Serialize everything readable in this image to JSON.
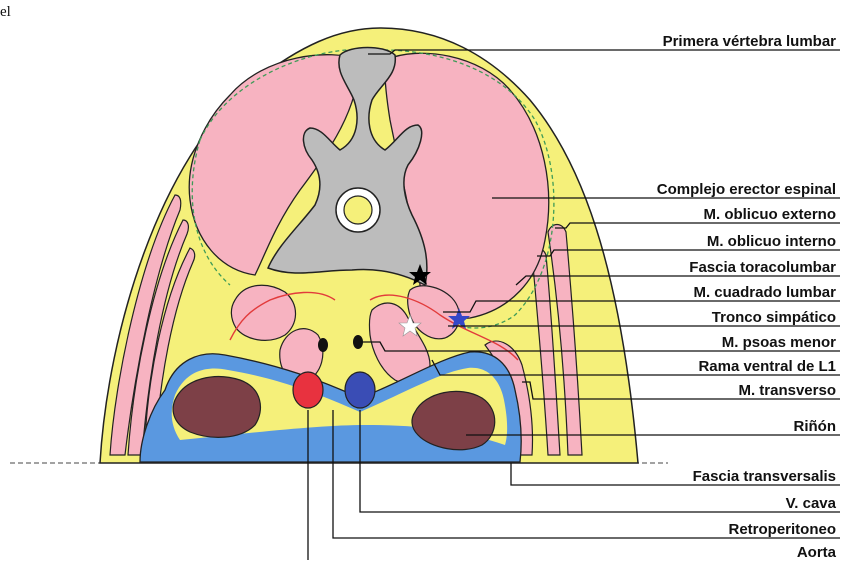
{
  "corner_text": "el",
  "labels": {
    "primera_vertebra_lumbar": "Primera vértebra lumbar",
    "complejo_erector_espinal": "Complejo erector espinal",
    "m_oblicuo_externo": "M. oblicuo externo",
    "m_oblicuo_interno": "M. oblicuo interno",
    "fascia_toracolumbar": "Fascia toracolumbar",
    "m_cuadrado_lumbar": "M. cuadrado lumbar",
    "tronco_simpatico": "Tronco simpático",
    "m_psoas_menor": "M. psoas menor",
    "rama_ventral_l1": "Rama ventral de L1",
    "m_transverso": "M. transverso",
    "rinon": "Riñón",
    "fascia_transversalis": "Fascia transversalis",
    "v_cava": "V. cava",
    "retroperitoneo": "Retroperitoneo",
    "aorta": "Aorta"
  },
  "colors": {
    "fat_yellow": "#f5f07a",
    "muscle_pink": "#f7b3c1",
    "bone_gray": "#bcbcbc",
    "peritoneum_blue": "#5a98e0",
    "kidney_brown": "#7d4047",
    "aorta_red": "#e8323f",
    "vena_cava_blue": "#3a4db5",
    "fascia_green_dashed": "#3e9b57",
    "nerve_red": "#e23b3b",
    "star_black": "#000000",
    "star_white": "#ffffff",
    "star_blue": "#3547c8"
  }
}
